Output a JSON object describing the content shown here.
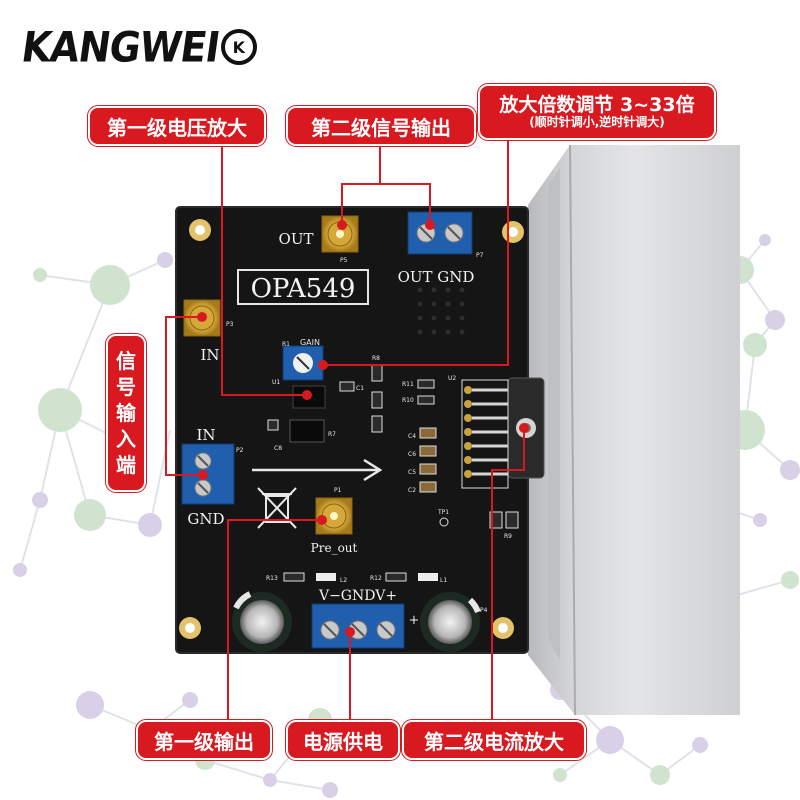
{
  "brand": {
    "text": "KANGWEI",
    "mark": "K"
  },
  "board": {
    "chip": "OPA549",
    "out_top": "OUT",
    "out_terminal": "OUT GND",
    "in_top": "IN",
    "in_left": "IN",
    "gnd_left": "GND",
    "gain": "GAIN",
    "pre_out": "Pre_out",
    "power_terminal": "V−GNDV+",
    "plus_sign": "+",
    "refs": {
      "p5": "P5",
      "p7": "P7",
      "p3": "P3",
      "p2": "P2",
      "p1": "P1",
      "p4": "P4",
      "r1": "R1",
      "u1": "U1",
      "u2": "U2",
      "r7": "R7",
      "r8": "R8",
      "r9": "R9",
      "r10": "R10",
      "r11": "R11",
      "r12": "R12",
      "r13": "R13",
      "c1": "C1",
      "c2": "C2",
      "c4": "C4",
      "c5": "C5",
      "c6": "C6",
      "c8": "C8",
      "l1": "L1",
      "l2": "L2",
      "tp1": "TP1"
    }
  },
  "callouts": {
    "stage1_voltage": "第一级电压放大",
    "stage2_output": "第二级信号输出",
    "gain_adjust": "放大倍数调节  3~33倍",
    "gain_adjust_sub": "(顺时针调小,逆时针调大)",
    "signal_input_chars": [
      "信",
      "号",
      "输",
      "入",
      "端"
    ],
    "stage1_output": "第一级输出",
    "power_supply": "电源供电",
    "stage2_current": "第二级电流放大"
  },
  "colors": {
    "accent": "#d81920",
    "pcb": "#151515",
    "heatsink": "#d9dadb",
    "terminal": "#1f5fae",
    "network": "#cfe3cf"
  }
}
